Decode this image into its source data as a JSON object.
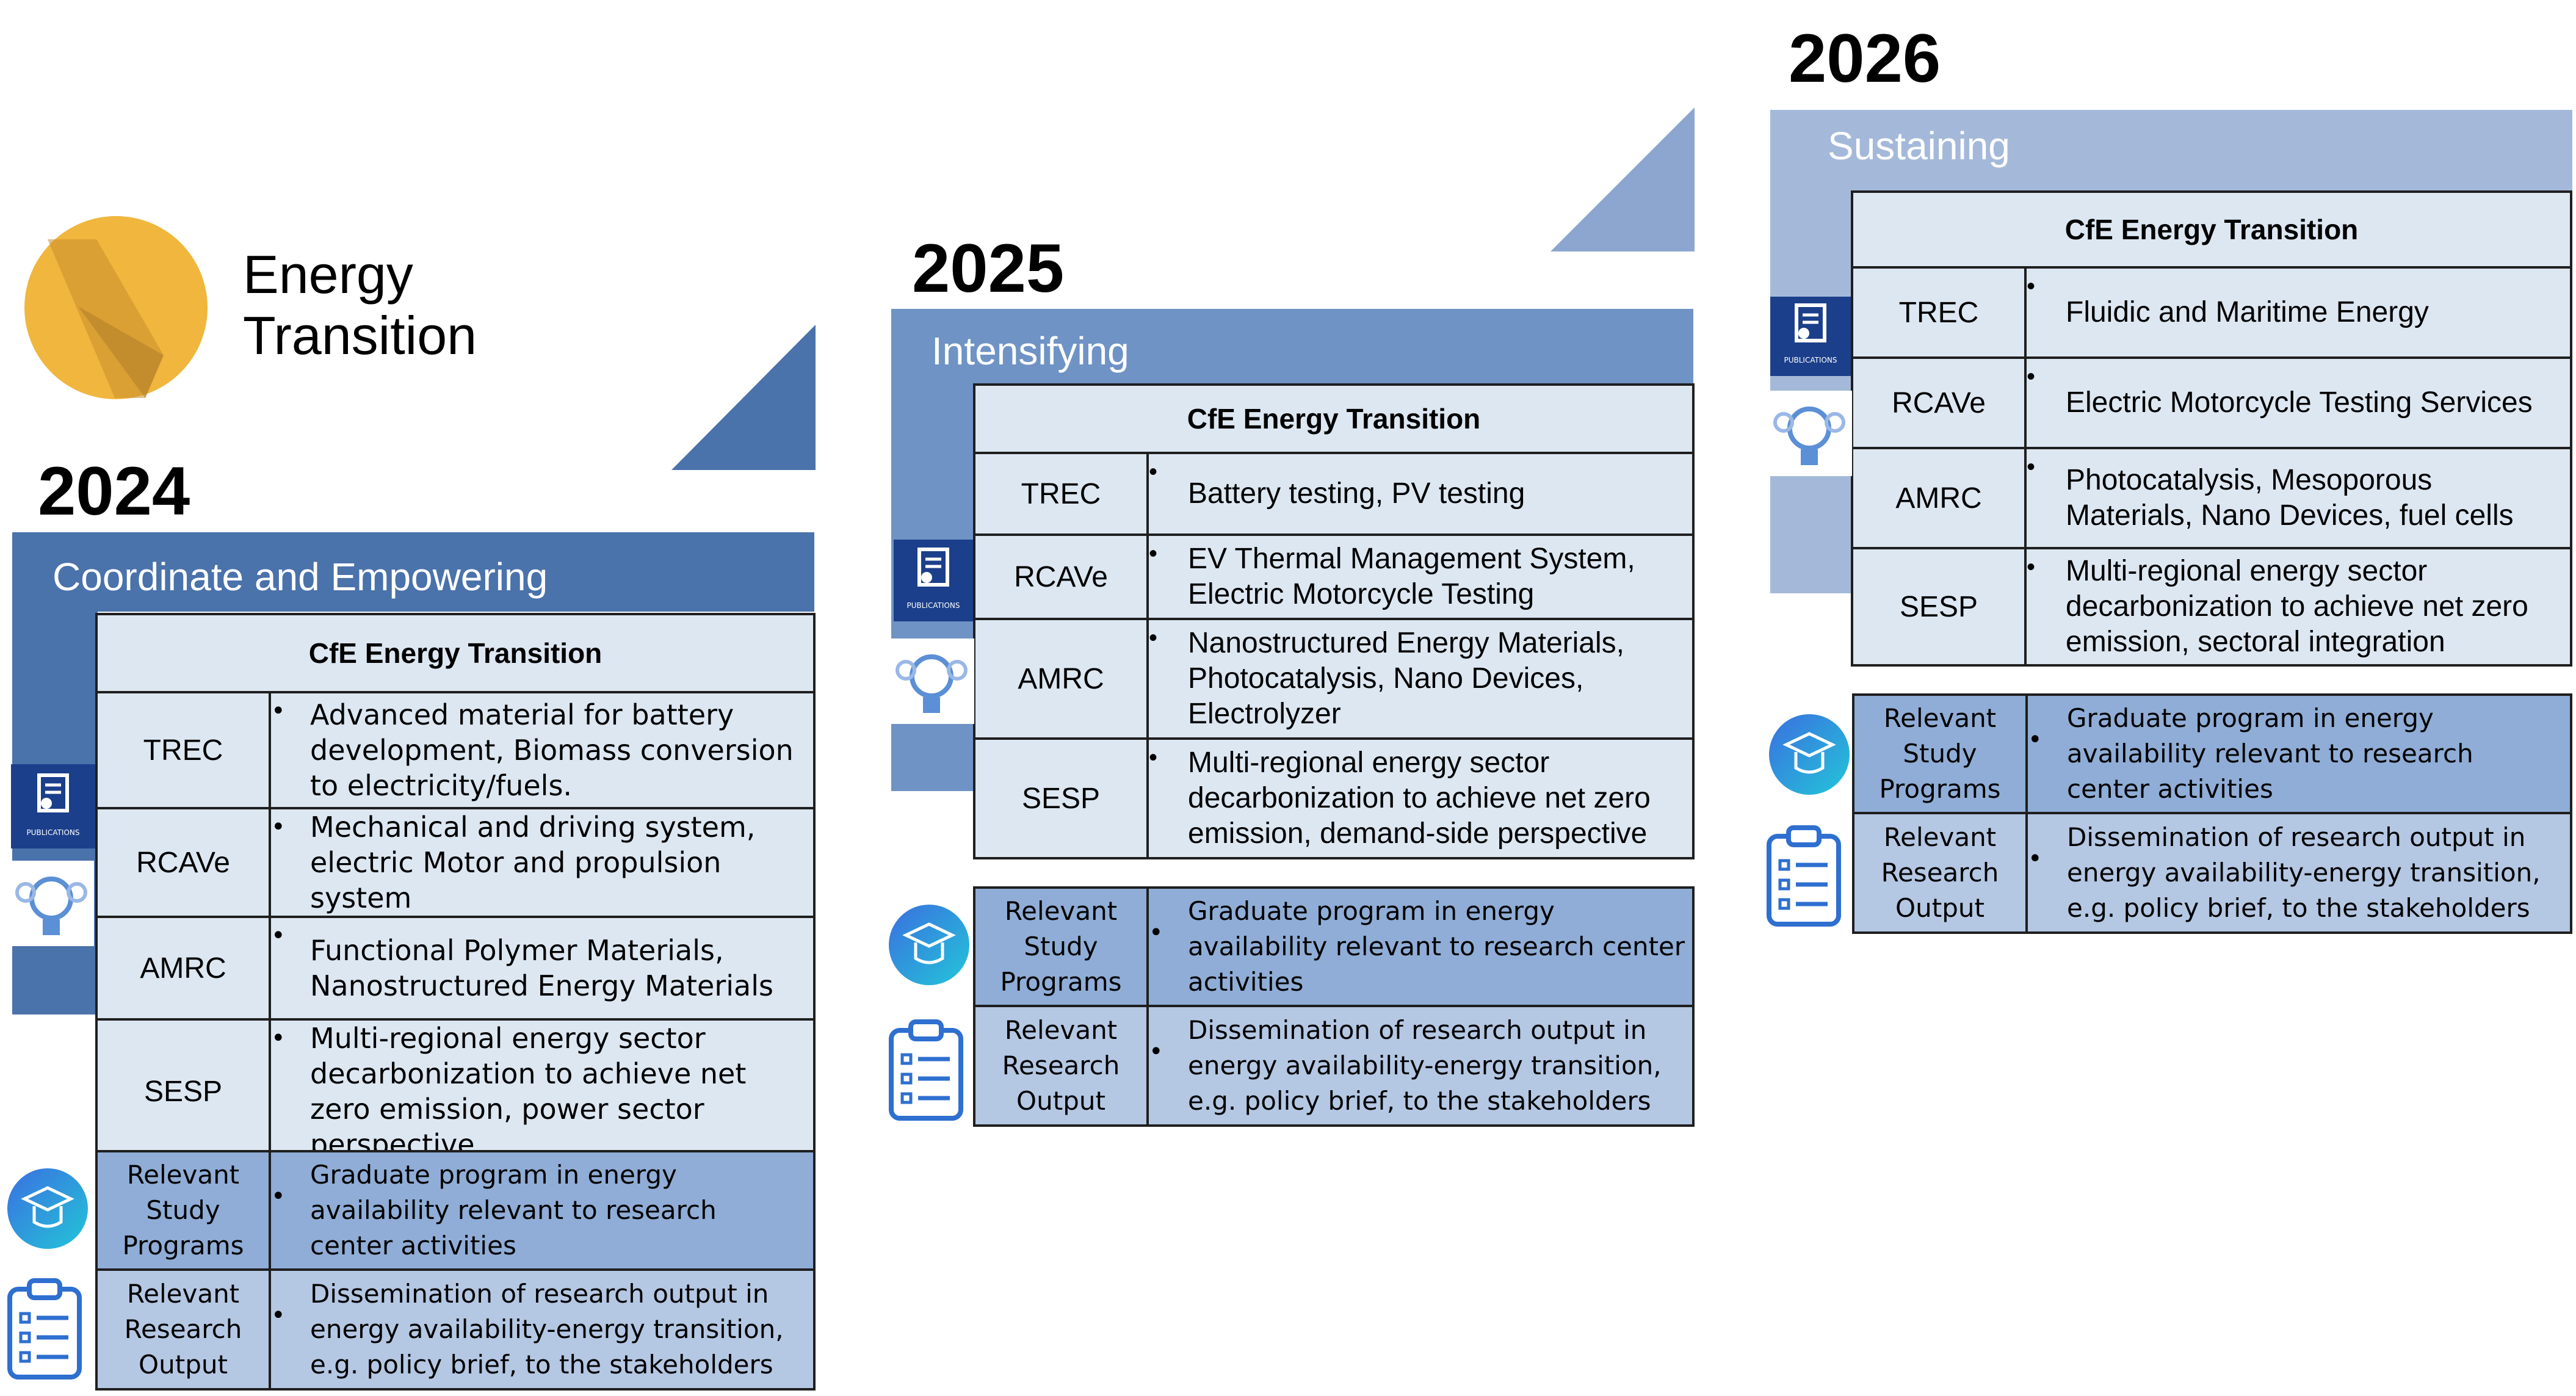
{
  "logo": {
    "title_line1": "Energy",
    "title_line2": "Transition",
    "icon": "energy-transition-logo"
  },
  "colors": {
    "band_2024": "#4a72ab",
    "band_2025": "#6f93c4",
    "band_2026": "#a4b9da",
    "table_bg": "#dde7f2",
    "row_programs": "#8fadd6",
    "row_output": "#b4c7e3"
  },
  "phases": [
    {
      "year": "2024",
      "stage": "Coordinate and Empowering",
      "table_header": "CfE Energy Transition",
      "centers": [
        {
          "name": "TREC",
          "bullet": "•",
          "text": "Advanced material for battery development, Biomass conversion to electricity/fuels."
        },
        {
          "name": "RCAVe",
          "bullet": "•",
          "text": "Mechanical and driving system, electric Motor and propulsion system"
        },
        {
          "name": "AMRC",
          "bullet": "•",
          "text": "Functional Polymer Materials, Nanostructured Energy Materials"
        },
        {
          "name": "SESP",
          "bullet": "•",
          "text": "Multi-regional energy sector decarbonization to achieve net zero emission, power sector perspective"
        }
      ],
      "programs_label": "Relevant Study Programs",
      "programs_text": "Graduate program in energy availability relevant to research center activities",
      "output_label": "Relevant Research Output",
      "output_text": "Dissemination of research output in energy availability-energy transition, e.g. policy brief, to the stakeholders",
      "pub_label": "PUBLICATIONS"
    },
    {
      "year": "2025",
      "stage": "Intensifying",
      "table_header": "CfE Energy Transition",
      "centers": [
        {
          "name": "TREC",
          "bullet": "•",
          "text": "Battery testing, PV testing"
        },
        {
          "name": "RCAVe",
          "bullet": "•",
          "text": "EV Thermal Management System, Electric Motorcycle Testing"
        },
        {
          "name": "AMRC",
          "bullet": "•",
          "text": "Nanostructured Energy Materials, Photocatalysis, Nano Devices, Electrolyzer"
        },
        {
          "name": "SESP",
          "bullet": "•",
          "text": "Multi-regional energy sector decarbonization to achieve net zero emission, demand-side perspective"
        }
      ],
      "programs_label": "Relevant Study Programs",
      "programs_text": "Graduate program in energy availability relevant to research center activities",
      "output_label": "Relevant Research Output",
      "output_text": "Dissemination of research output in energy availability-energy transition, e.g. policy brief, to the stakeholders",
      "pub_label": "PUBLICATIONS"
    },
    {
      "year": "2026",
      "stage": "Sustaining",
      "table_header": "CfE Energy Transition",
      "centers": [
        {
          "name": "TREC",
          "bullet": "•",
          "text": "Fluidic and Maritime Energy"
        },
        {
          "name": "RCAVe",
          "bullet": "•",
          "text": "Electric Motorcycle Testing Services"
        },
        {
          "name": "AMRC",
          "bullet": "•",
          "text": "Photocatalysis, Mesoporous Materials, Nano Devices, fuel cells"
        },
        {
          "name": "SESP",
          "bullet": "•",
          "text": "Multi-regional energy sector decarbonization to achieve net zero emission, sectoral integration"
        }
      ],
      "programs_label": "Relevant Study Programs",
      "programs_text": "Graduate program in energy availability relevant to research center activities",
      "output_label": "Relevant Research Output",
      "output_text": "Dissemination of research output in energy availability-energy transition, e.g. policy brief, to the stakeholders",
      "pub_label": "PUBLICATIONS"
    }
  ]
}
